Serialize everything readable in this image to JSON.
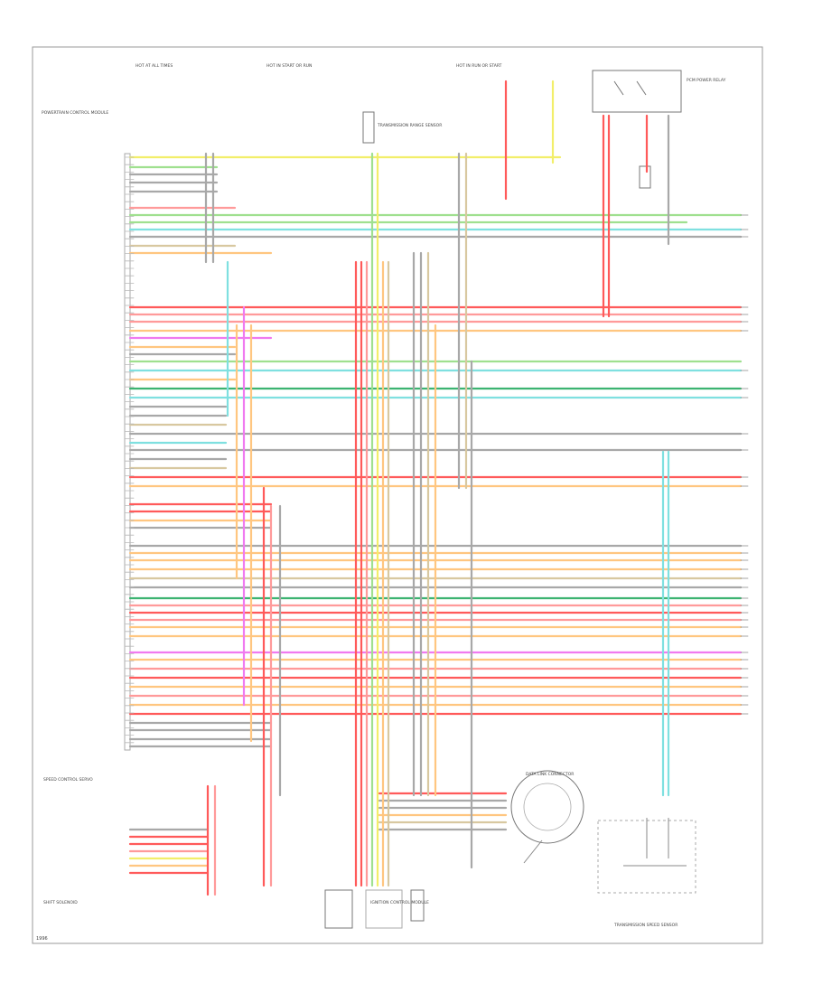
{
  "labels": {
    "hot_in_all": "HOT AT ALL TIMES",
    "hot_in_start": "HOT IN START OR RUN",
    "hot_in_run": "HOT IN RUN OR START",
    "powertrain_module": "POWERTRAIN CONTROL MODULE",
    "relay_box": "PCM POWER RELAY",
    "transmission_range": "TRANSMISSION RANGE SENSOR",
    "speed_control": "SPEED CONTROL SERVO",
    "transmission_speed": "TRANSMISSION SPEED SENSOR",
    "data_link": "DATA LINK CONNECTOR",
    "ignition_module": "IGNITION CONTROL MODULE",
    "shift_solenoid": "SHIFT SOLENOID",
    "page_footer": "1996"
  },
  "colors": {
    "red": "#ff5a5a",
    "pink": "#ff9a9a",
    "yellow": "#f2ee6a",
    "lightgreen": "#9fe08f",
    "green": "#3cb371",
    "cyan": "#7fe0e0",
    "orange": "#ffc680",
    "magenta": "#f07af0",
    "gray": "#a8a8a8",
    "tan": "#d8c8a0",
    "frame": "#9a9a9a"
  }
}
